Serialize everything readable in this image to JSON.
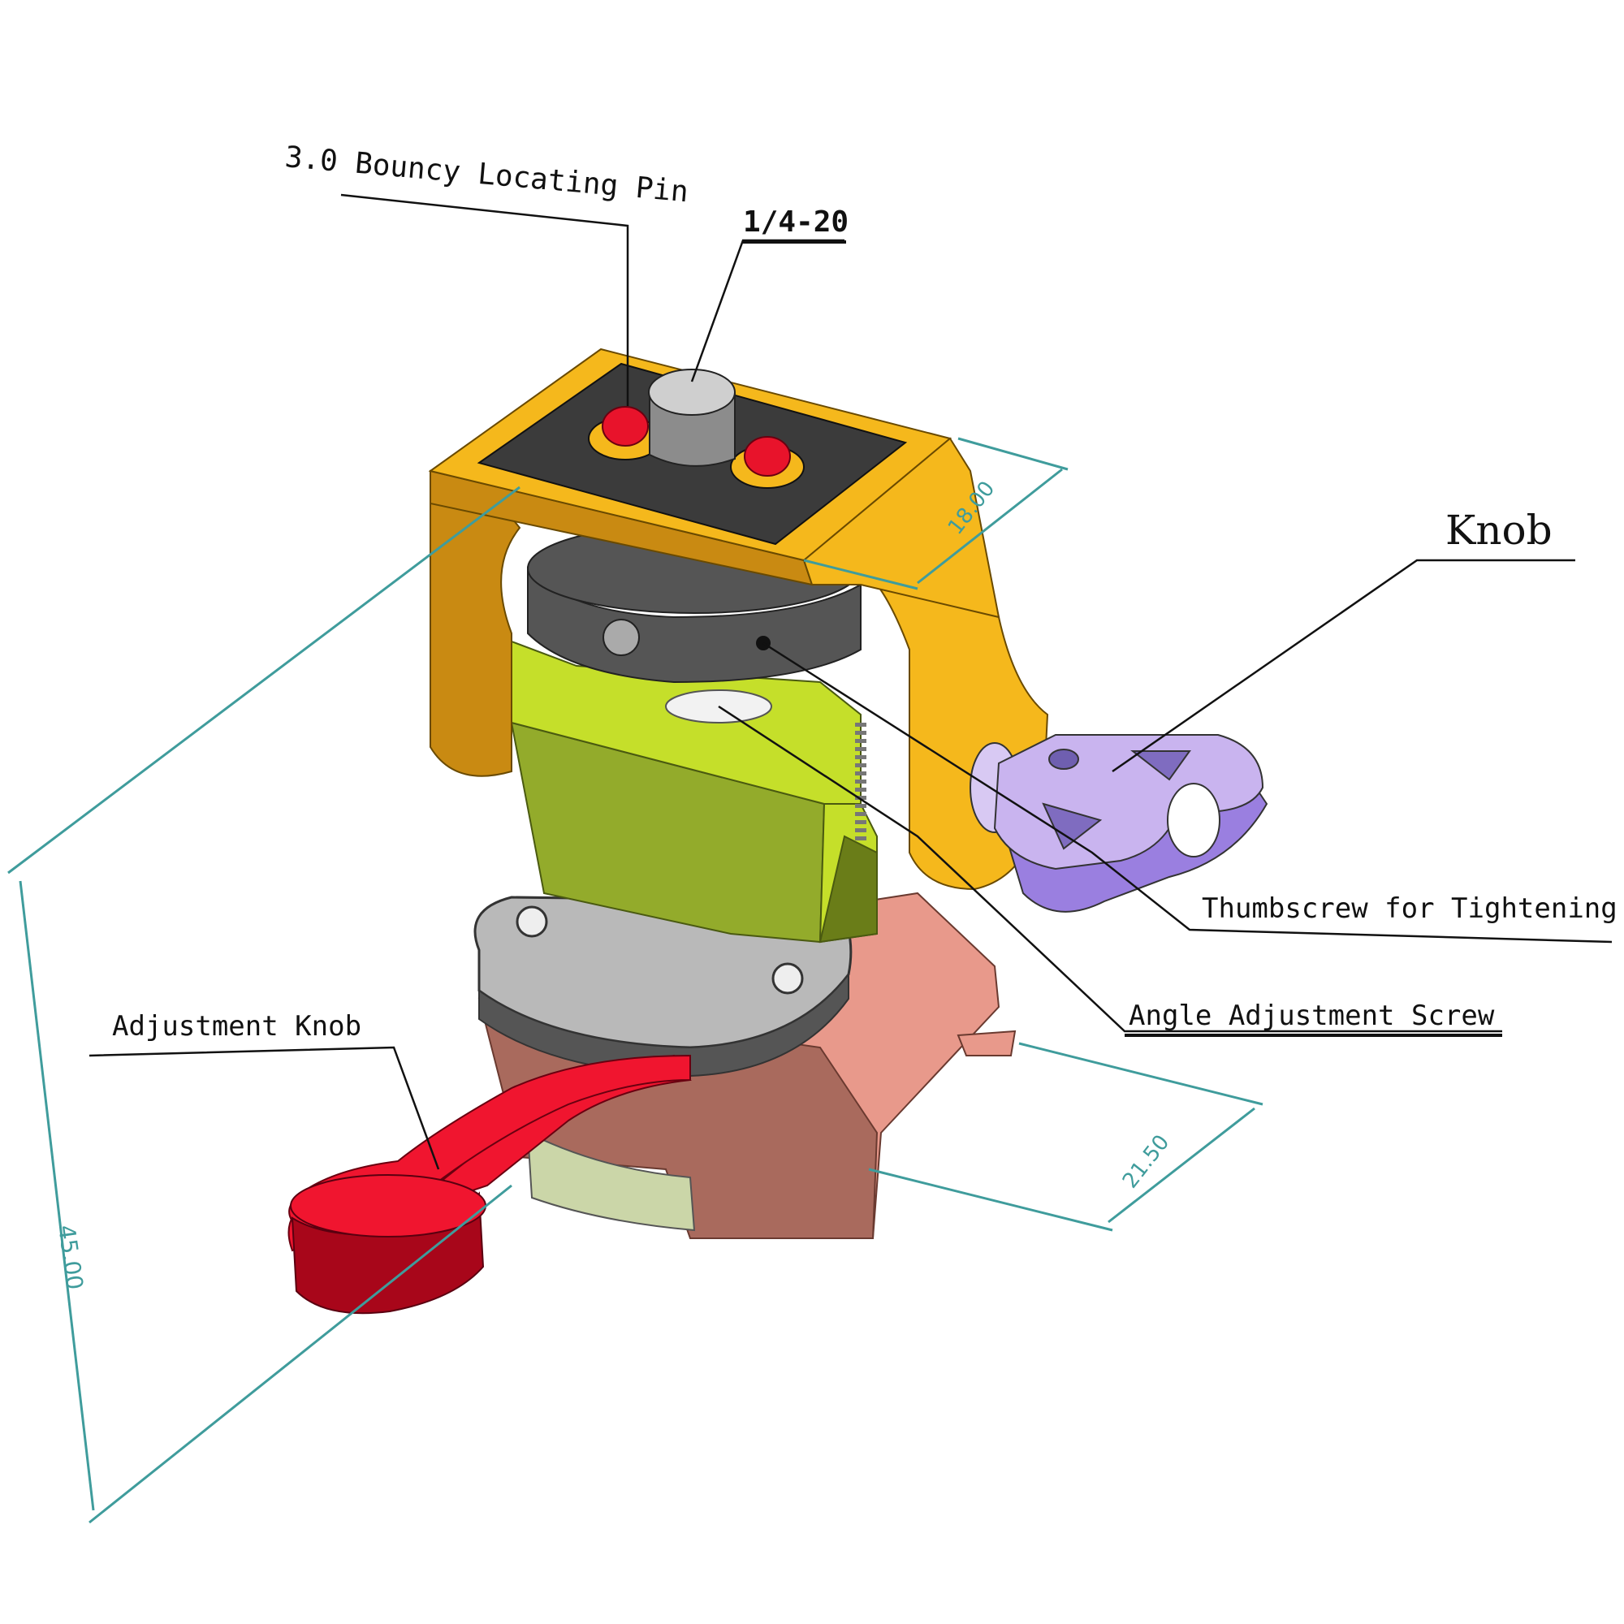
{
  "colors": {
    "top_plate": "#f5b81c",
    "top_plate_dark": "#c98a12",
    "top_pad": "#3b3b3b",
    "pin": "#e8132b",
    "screw_gray": "#8c8c8c",
    "collar": "#555555",
    "body_lime": "#c5df2a",
    "body_olive": "#93ab2b",
    "knob_lavender": "#c9b4ef",
    "knob_lavender_dark": "#9a7fe0",
    "base_salmon": "#e8998b",
    "base_salmon_dark": "#a96a5d",
    "base_plate": "#b9b9b9",
    "lever_red": "#f0152f",
    "lever_red_dark": "#a8061a",
    "ring_green": "#cbd6a8",
    "dimension": "#3f9c9c",
    "leader": "#111111"
  },
  "labels": {
    "locating_pin": "3.0 Bouncy Locating Pin",
    "thread": "1/4-20",
    "knob": "Knob",
    "thumbscrew": "Thumbscrew for Tightening",
    "angle_screw": "Angle Adjustment Screw",
    "adjustment_knob": "Adjustment Knob"
  },
  "dimensions": {
    "depth": "18.00",
    "height": "45.00",
    "base_depth": "21.50"
  },
  "icons": {
    "locating_pin": "red-dome-pin",
    "thread": "cylinder-stud",
    "knob": "three-lobe-knob"
  }
}
